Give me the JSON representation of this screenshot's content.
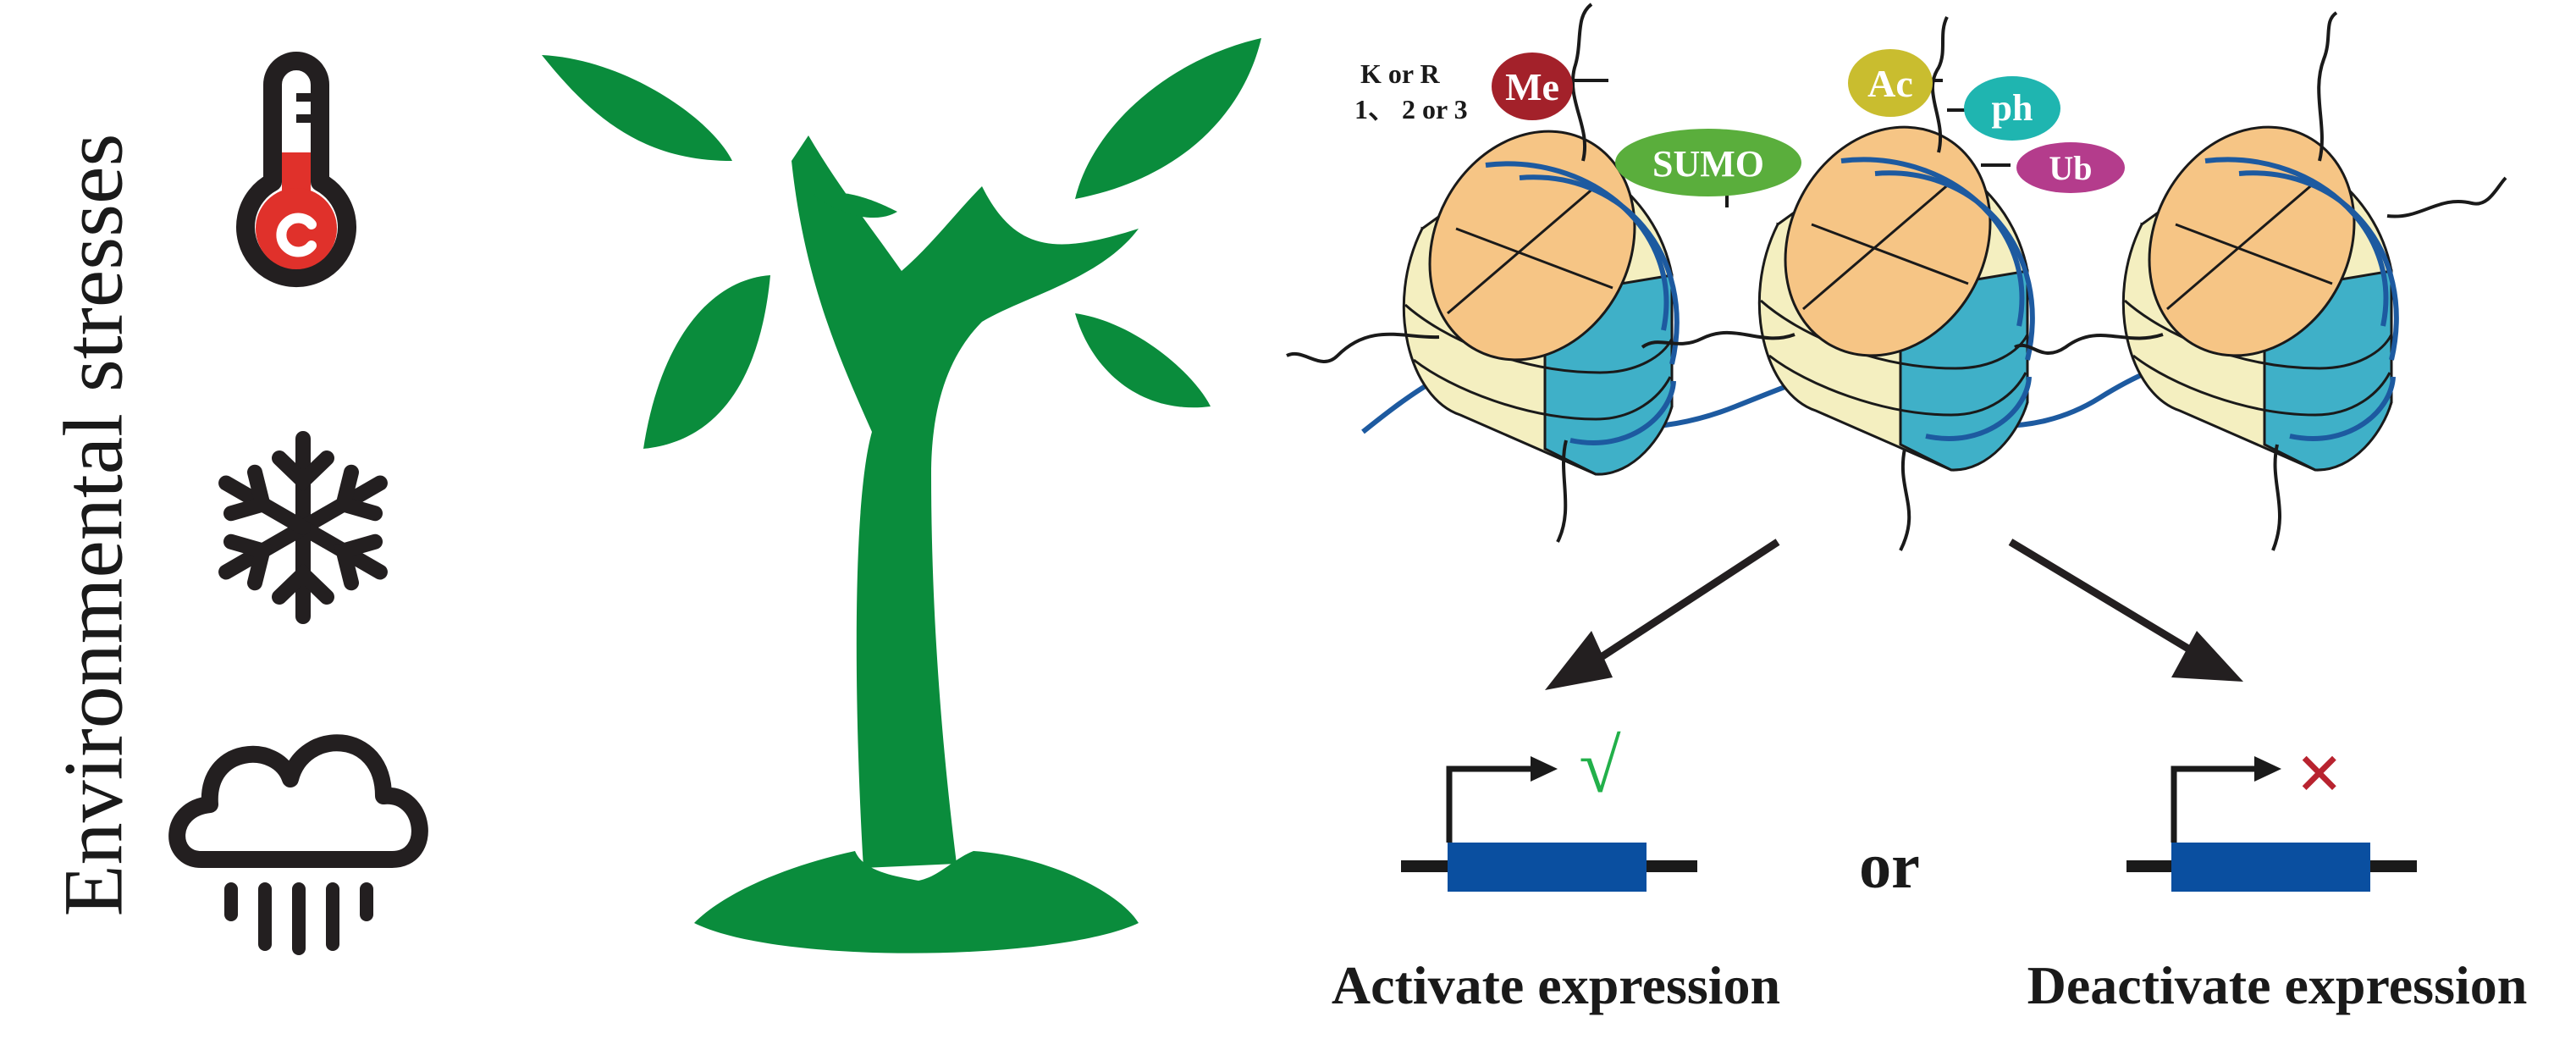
{
  "title": "Environmental stresses",
  "stresses": [
    {
      "icon": "thermometer-icon"
    },
    {
      "icon": "snowflake-icon"
    },
    {
      "icon": "rain-cloud-icon"
    }
  ],
  "plant": {
    "icon": "plant-icon",
    "color": "#0a8c3c"
  },
  "site_note": {
    "line1": "K or R",
    "line2": "1、 2 or 3"
  },
  "modifications": [
    {
      "label": "Me",
      "color": "#a3212a"
    },
    {
      "label": "SUMO",
      "color": "#5aae3c"
    },
    {
      "label": "Ac",
      "color": "#c9bd2f"
    },
    {
      "label": "ph",
      "color": "#1fb5b0"
    },
    {
      "label": "Ub",
      "color": "#b43c8c"
    }
  ],
  "outcomes": {
    "connector": "or",
    "activate": {
      "label": "Activate expression",
      "mark": "√",
      "mark_color": "#22b04a"
    },
    "deactivate": {
      "label": "Deactivate expression",
      "mark": "×",
      "mark_color": "#b8232f"
    }
  },
  "colors": {
    "dna": "#1d5aa0",
    "gene": "#0a4fa0",
    "histone_top": "#f6c585",
    "histone_side": "#f4efc0",
    "histone_band": "#3fb0c8",
    "icon_dark": "#231f20",
    "thermo_red": "#e0312b"
  }
}
